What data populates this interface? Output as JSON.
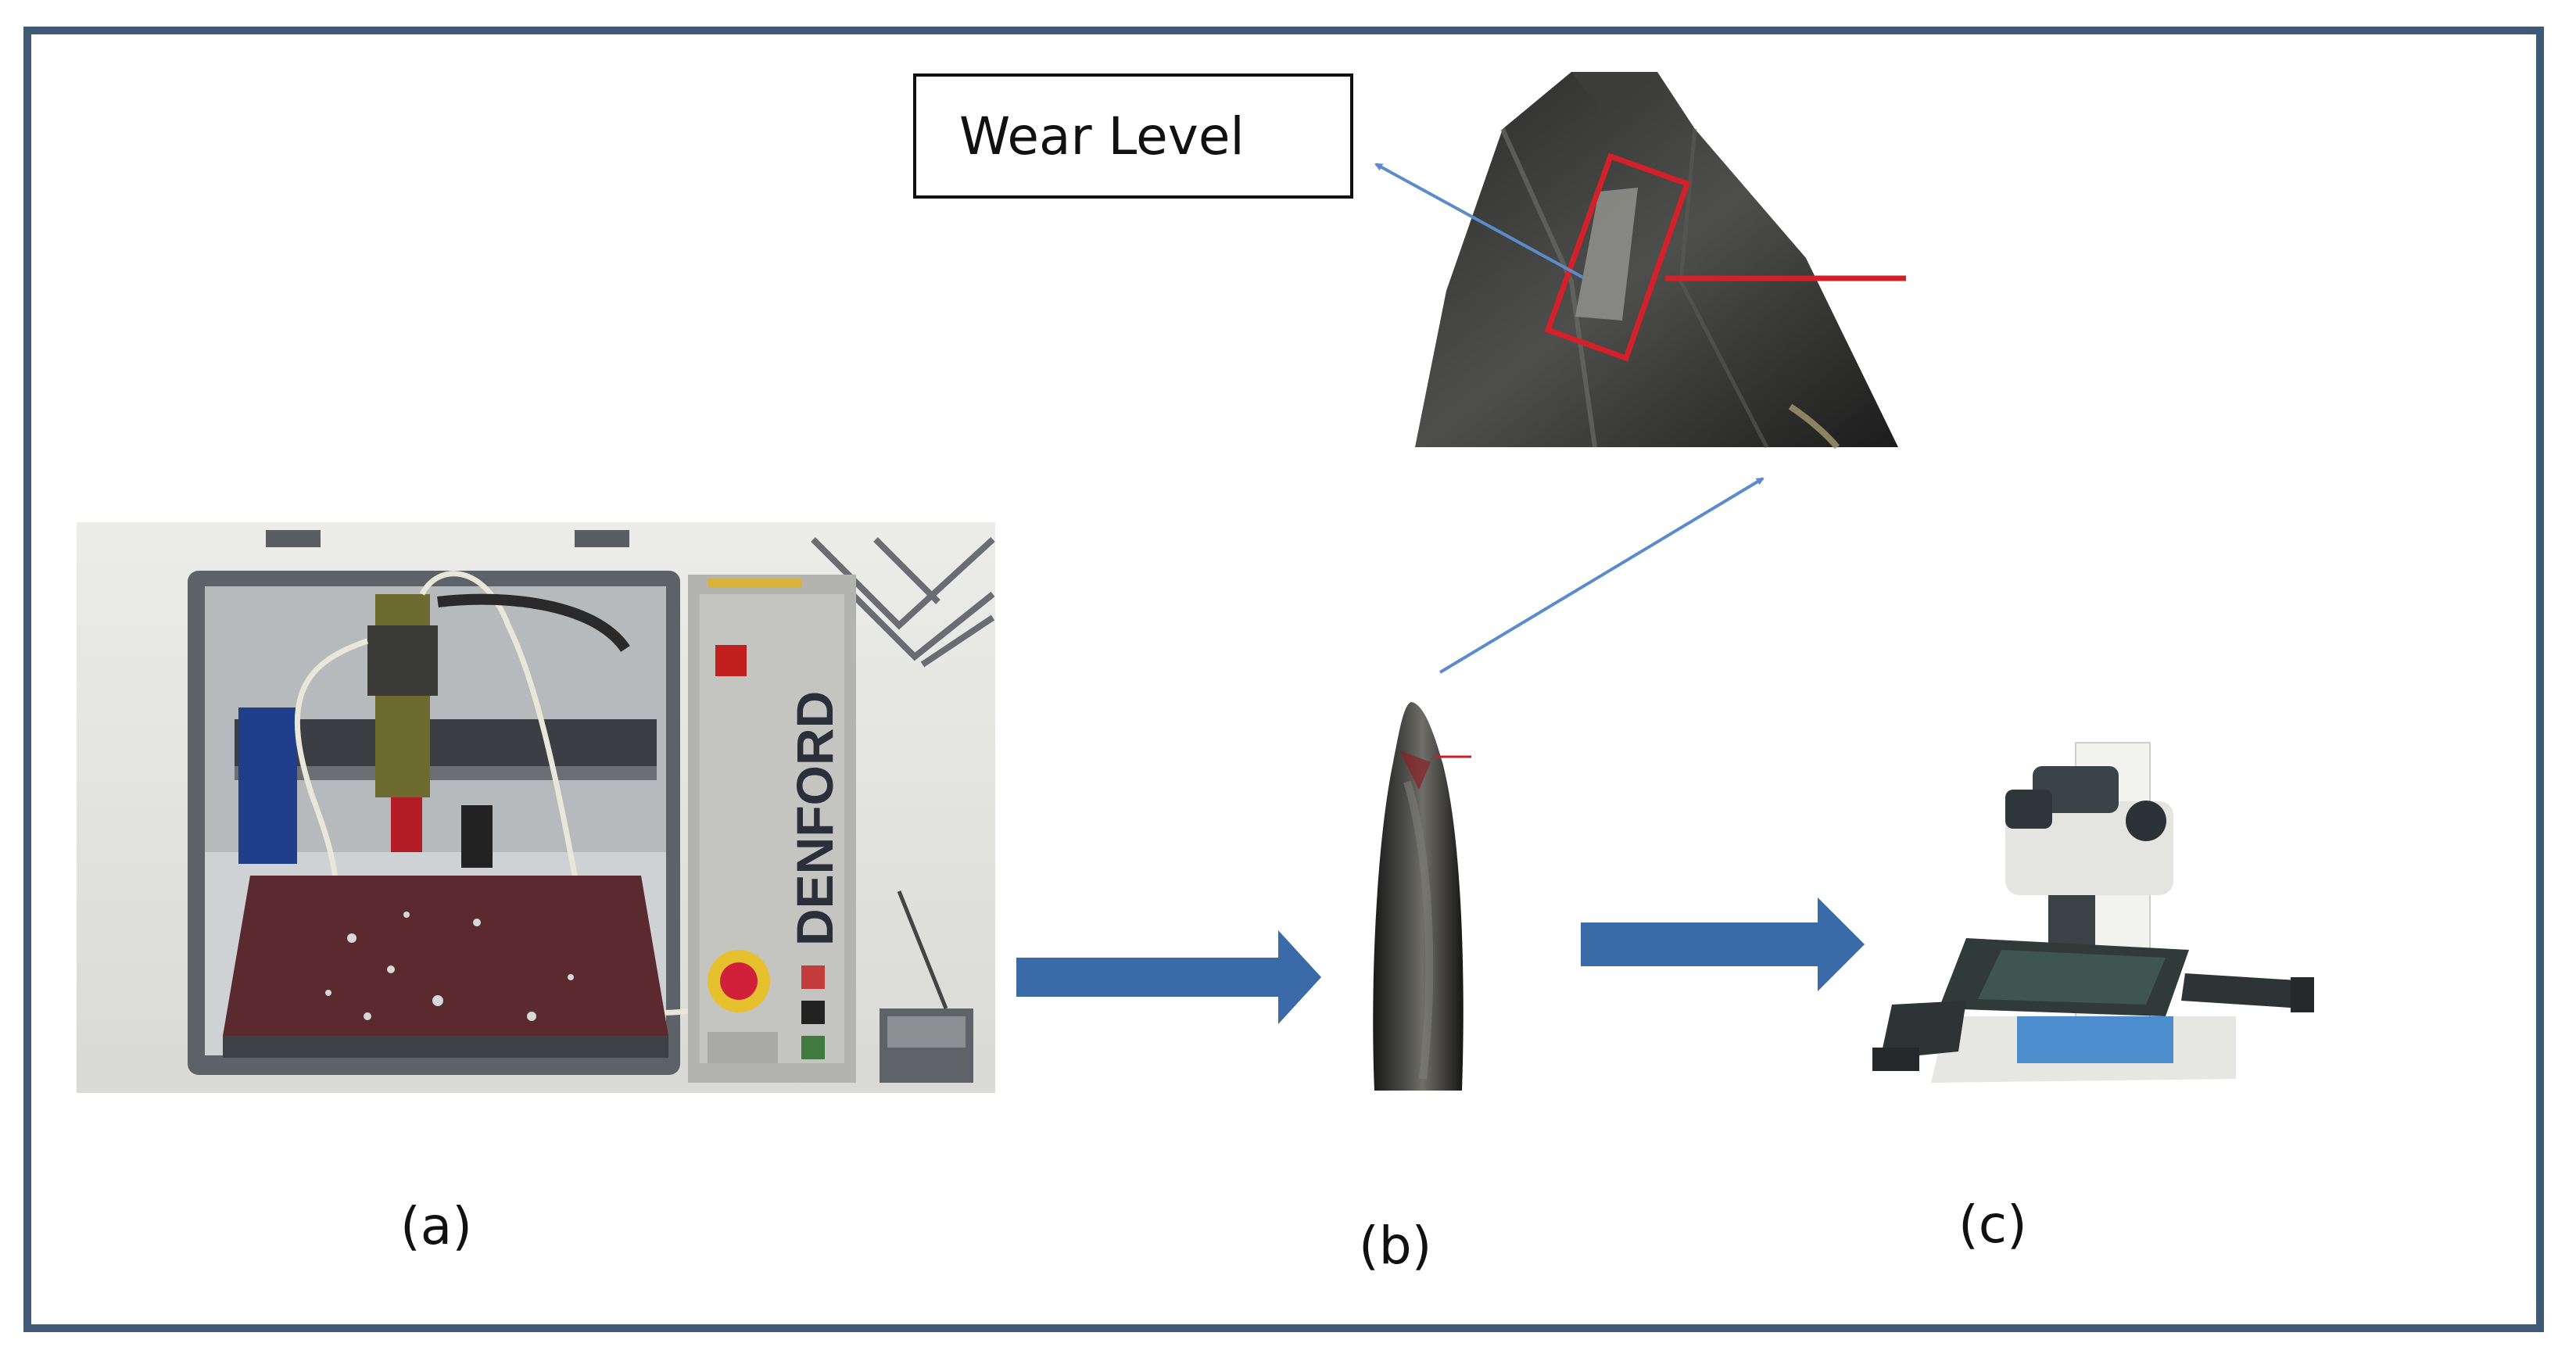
{
  "callout": {
    "label": "Wear Level"
  },
  "captions": {
    "a": "(a)",
    "b": "(b)",
    "c": "(c)"
  },
  "photo_a": {
    "logo_text": "DENFORD"
  },
  "colors": {
    "frame": "#3e5a76",
    "flow_arrow": "#3a6ba8",
    "pointer_line": "#5b8cc9",
    "highlight": "#d42028"
  }
}
